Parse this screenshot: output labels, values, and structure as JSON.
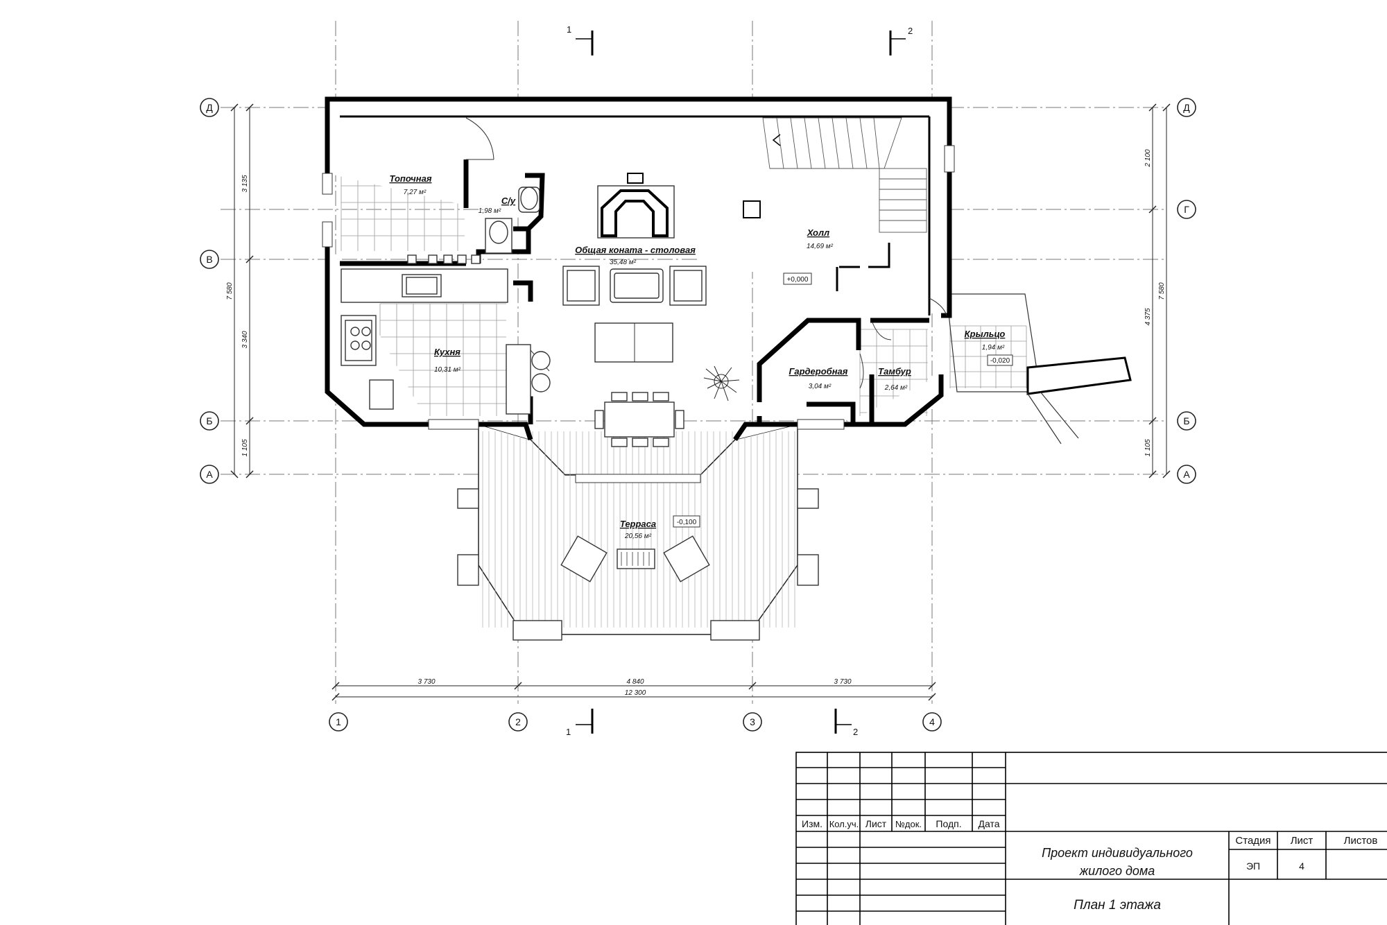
{
  "rooms": [
    {
      "name": "Топочная",
      "area": "7,27 м²"
    },
    {
      "name": "С/у",
      "area": "1,98 м²"
    },
    {
      "name": "Общая коната - столовая",
      "area": "35,48 м²"
    },
    {
      "name": "Холл",
      "area": "14,69 м²"
    },
    {
      "name": "Кухня",
      "area": "10,31 м²"
    },
    {
      "name": "Гардеробная",
      "area": "3,04 м²"
    },
    {
      "name": "Тамбур",
      "area": "2,64 м²"
    },
    {
      "name": "Крыльцо",
      "area": "1,94 м²"
    },
    {
      "name": "Терраса",
      "area": "20,56 м²"
    }
  ],
  "levels": {
    "hall": "+0,000",
    "porch": "-0,020",
    "terrace": "-0,100"
  },
  "axes": {
    "letters": [
      "Д",
      "Г",
      "В",
      "Б",
      "А"
    ],
    "numbers": [
      "1",
      "2",
      "3",
      "4"
    ]
  },
  "dimensions": {
    "bottom": [
      "3 730",
      "4 840",
      "3 730"
    ],
    "bottom_total": "12 300",
    "left": [
      "3 135",
      "3 340",
      "1 105"
    ],
    "left_total": "7 580",
    "right": [
      "2 100",
      "4 375",
      "1 105"
    ],
    "right_total": "7 580"
  },
  "sections": {
    "cut1": "1",
    "cut2": "2"
  },
  "title_block": {
    "headers": [
      "Изм.",
      "Кол.уч.",
      "Лист",
      "№док.",
      "Подп.",
      "Дата"
    ],
    "project_line1": "Проект индивидуального",
    "project_line2": "жилого дома",
    "sheet_title": "План 1 этажа",
    "stage_label": "Стадия",
    "sheet_label": "Лист",
    "sheets_label": "Листов",
    "stage_value": "ЭП",
    "sheet_value": "4",
    "sheets_value": ""
  }
}
